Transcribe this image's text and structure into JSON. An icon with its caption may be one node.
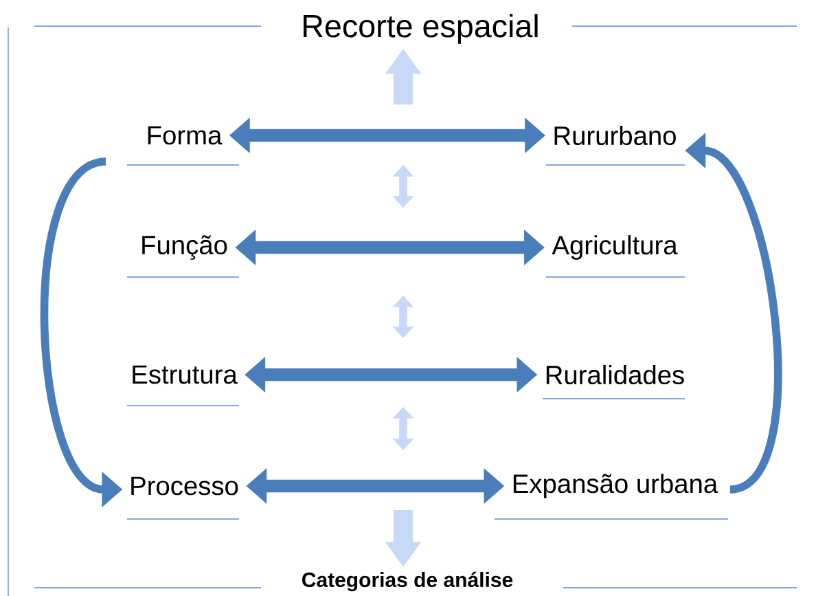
{
  "diagram": {
    "nodes": [
      {
        "text": [
          "Recorte espacial"
        ]
      },
      {
        "text": [
          "Forma"
        ]
      },
      {
        "text": [
          "Rururbano"
        ]
      },
      {
        "text": [
          "Função"
        ]
      },
      {
        "text": [
          "Agricultura"
        ]
      },
      {
        "text": [
          "Estrutura"
        ]
      },
      {
        "text": [
          "Ruralidades"
        ]
      },
      {
        "text": [
          "Processo"
        ]
      },
      {
        "text": [
          "Expansão urbana"
        ]
      },
      {
        "text": [
          "Categorias de análise"
        ]
      }
    ],
    "edges": [
      {
        "from": null,
        "to": 0,
        "arrow": "to",
        "color": "#c6daf8"
      },
      {
        "from": 1,
        "to": 2,
        "arrow": "both"
      },
      {
        "from": 3,
        "to": 4,
        "arrow": "both"
      },
      {
        "from": 5,
        "to": 6,
        "arrow": "both"
      },
      {
        "from": 7,
        "to": 8,
        "arrow": "both"
      },
      {
        "from": null,
        "to": 9,
        "arrow": "to",
        "color": "#c6daf8"
      },
      {
        "from": 1,
        "to": 7,
        "arrow": "to"
      },
      {
        "from": 8,
        "to": 2,
        "arrow": "to"
      }
    ]
  }
}
